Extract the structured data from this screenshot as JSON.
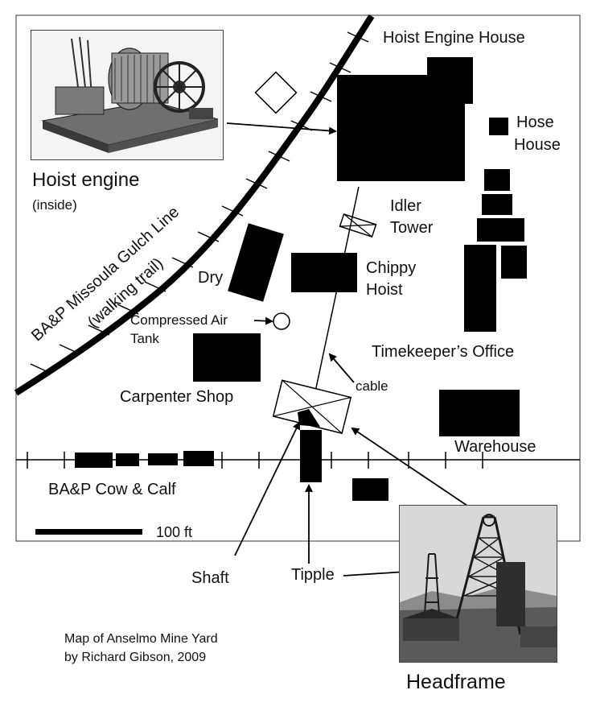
{
  "labels": {
    "hoist_engine_house": "Hoist Engine House",
    "hose_house_1": "Hose",
    "hose_house_2": "House",
    "hoist_engine": "Hoist engine",
    "inside": "(inside)",
    "idler_1": "Idler",
    "idler_2": "Tower",
    "railroad_1": "BA&P Missoula Gulch Line",
    "railroad_2": "(walking trail)",
    "dry": "Dry",
    "chippy_1": "Chippy",
    "chippy_2": "Hoist",
    "compressed_air_1": "Compressed Air",
    "compressed_air_2": "Tank",
    "timekeeper": "Timekeeper’s Office",
    "cable": "cable",
    "carpenter": "Carpenter Shop",
    "warehouse": "Warehouse",
    "cow_calf": "BA&P Cow & Calf",
    "scale": "100 ft",
    "shaft": "Shaft",
    "tipple": "Tipple",
    "headframe": "Headframe",
    "caption_1": "Map of Anselmo Mine Yard",
    "caption_2": "by Richard Gibson, 2009"
  },
  "colors": {
    "ink": "#000000",
    "paper": "#ffffff",
    "photo_gray": "#9a9a9a"
  },
  "icons": {
    "hoist_engine_photo": "hoist-engine-illustration",
    "headframe_photo": "headframe-photo"
  }
}
